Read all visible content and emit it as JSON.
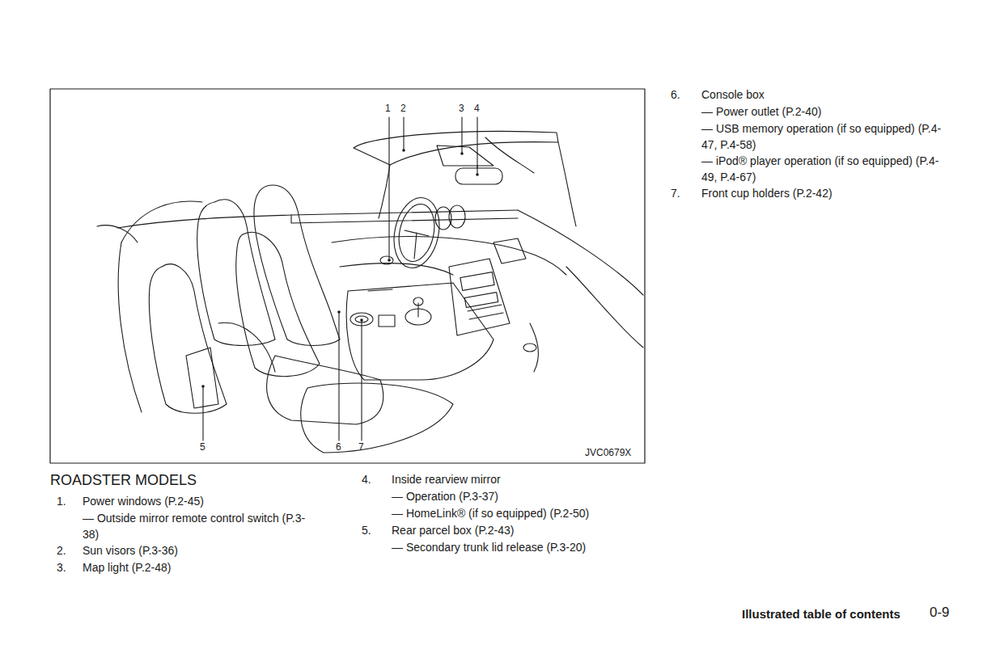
{
  "diagram": {
    "title": "ROADSTER MODELS",
    "labels": [
      "1",
      "2",
      "3",
      "4",
      "5",
      "6",
      "7",
      "JVC0679X",
      "1.",
      "Power windows (P.2-45)",
      "— Outside mirror remote control switch (P.3-38)",
      "2.",
      "Sun visors (P.3-36)",
      "3.",
      "Map light (P.2-48)",
      "4.",
      "Inside rearview mirror",
      "— Operation (P.3-37)",
      "— HomeLink® (if so equipped) (P.2-50)",
      "5.",
      "Rear parcel box (P.2-43)",
      "— Secondary trunk lid release (P.3-20)",
      "6.",
      "Console box",
      "— Power outlet (P.2-40)",
      "— USB memory operation (if so equipped) (P.4-47, P.4-58)",
      "— iPod® player operation (if so equipped) (P.4-49, P.4-67)",
      "7.",
      "Front cup holders (P.2-42)",
      "Illustrated table of contents",
      "0-9"
    ]
  }
}
